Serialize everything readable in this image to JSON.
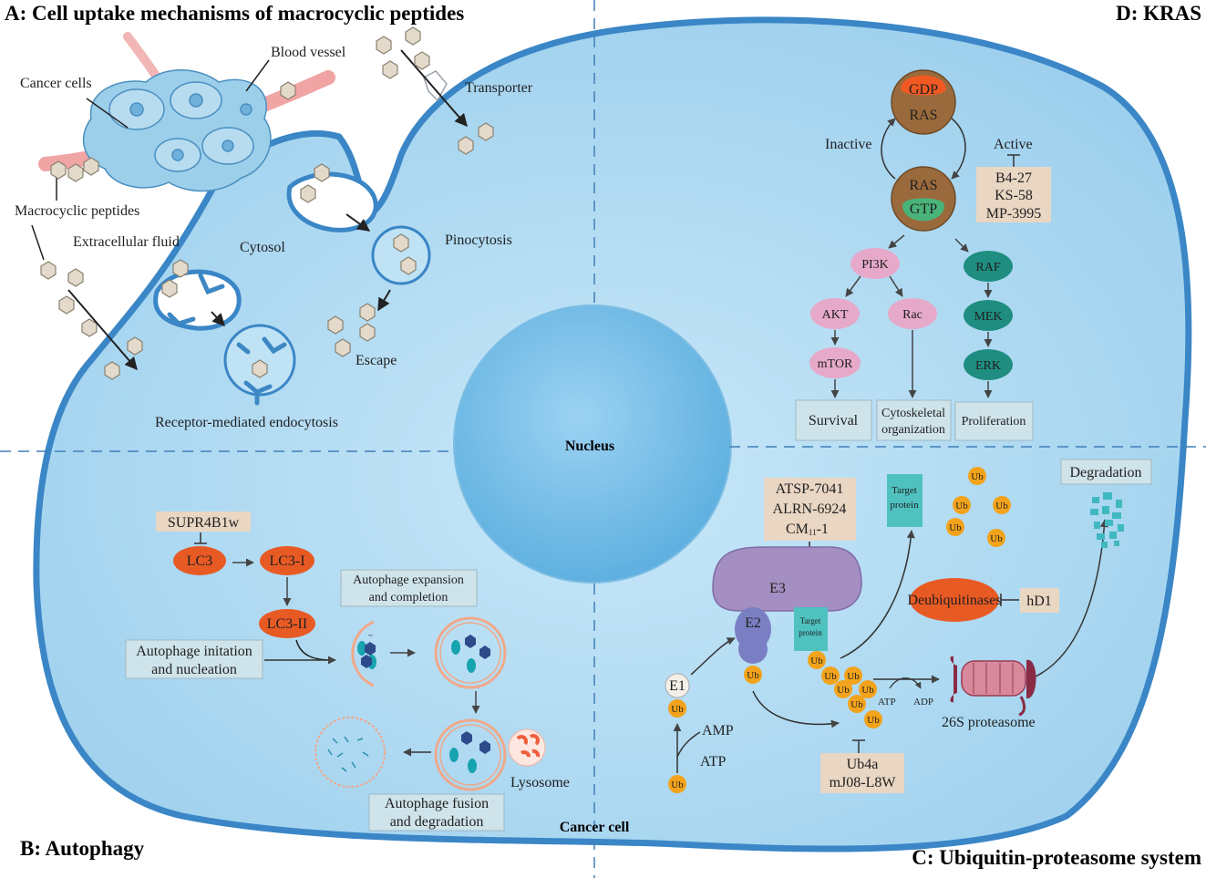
{
  "panels": {
    "a": "A: Cell uptake mechanisms of macrocyclic peptides",
    "b": "B: Autophagy",
    "c": "C: Ubiquitin-proteasome system",
    "d": "D: KRAS"
  },
  "cell": {
    "nucleus": "Nucleus",
    "cancer_cell": "Cancer cell"
  },
  "uptake": {
    "cancer_cells": "Cancer cells",
    "blood_vessel": "Blood vessel",
    "transporter": "Transporter",
    "macrocyclic_peptides": "Macrocyclic peptides",
    "extracellular_fluid": "Extracellular fluid",
    "cytosol": "Cytosol",
    "pinocytosis": "Pinocytosis",
    "escape": "Escape",
    "receptor_endocytosis": "Receptor-mediated endocytosis"
  },
  "kras": {
    "gdp": "GDP",
    "ras": "RAS",
    "gtp": "GTP",
    "inactive": "Inactive",
    "active": "Active",
    "inhibitors": [
      "B4-27",
      "KS-58",
      "MP-3995"
    ],
    "pi3k": "PI3K",
    "akt": "AKT",
    "mtor": "mTOR",
    "rac": "Rac",
    "raf": "RAF",
    "mek": "MEK",
    "erk": "ERK",
    "survival": "Survival",
    "cytoskeletal": [
      "Cytoskeletal",
      "organization"
    ],
    "proliferation": "Proliferation"
  },
  "autophagy": {
    "supr": "SUPR4B1w",
    "lc3": "LC3",
    "lc3_1": "LC3-I",
    "lc3_2": "LC3-II",
    "expansion": [
      "Autophage expansion",
      "and completion"
    ],
    "initiation": [
      "Autophage initation",
      "and nucleation"
    ],
    "lysosome": "Lysosome",
    "fusion": [
      "Autophage fusion",
      "and degradation"
    ]
  },
  "ups": {
    "e3_inhibitors": [
      "ATSP-7041",
      "ALRN-6924",
      "CM",
      "11",
      "-1"
    ],
    "e3": "E3",
    "e2": "E2",
    "e1": "E1",
    "ub": "Ub",
    "target_protein": [
      "Target",
      "protein"
    ],
    "degradation": "Degradation",
    "deubiquitinases": "Deubiquitinases",
    "hd1": "hD1",
    "atp": "ATP",
    "adp": "ADP",
    "amp": "AMP",
    "proteasome": "26S proteasome",
    "ub_inhibitors": [
      "Ub4a",
      "mJ08-L8W"
    ]
  },
  "colors": {
    "cell_fill": "#a9d5ef",
    "cell_stroke": "#3a86c6",
    "nucleus": "#7cc0e8",
    "pink_node": "#e6a9c9",
    "teal_node": "#1f8e80",
    "orange_node": "#e85a24",
    "ub_gold": "#f2a31b",
    "box_beige": "#e9d6c3",
    "box_bluegrey": "#cfe3ea",
    "e3_purple": "#a48ec2",
    "e2_blue": "#7a7fc4"
  }
}
